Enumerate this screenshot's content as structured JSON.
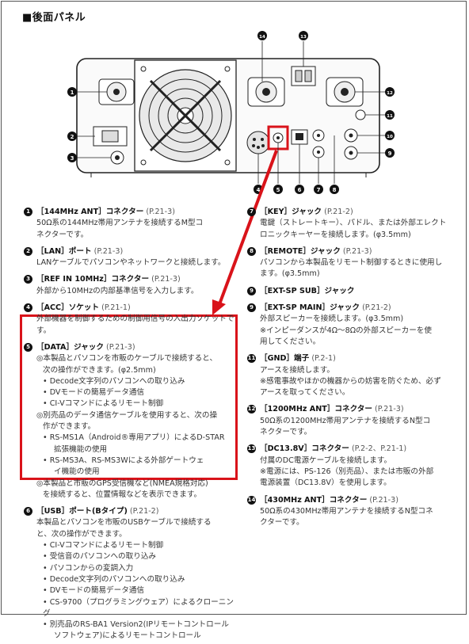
{
  "heading": "■後面パネル",
  "callouts": [
    "❶",
    "❷",
    "❸",
    "❹",
    "❺",
    "❻",
    "❼",
    "❽",
    "❾",
    "❿",
    "⓫",
    "⓬",
    "⓭",
    "⓮"
  ],
  "colors": {
    "highlight": "#d9131a",
    "callout_bg": "#111111"
  },
  "left_items": [
    {
      "num": "1",
      "title": "［144MHz ANT］コネクター",
      "ref": "(P.21-3)",
      "body": [
        "50Ω系の144MHz帯用アンテナを接続するM型コ",
        "ネクターです。"
      ]
    },
    {
      "num": "2",
      "title": "［LAN］ポート",
      "ref": "(P.21-3)",
      "body": [
        "LANケーブルでパソコンやネットワークと接続します。"
      ]
    },
    {
      "num": "3",
      "title": "［REF IN 10MHz］コネクター",
      "ref": "(P.21-3)",
      "body": [
        "外部から10MHzの内部基準信号を入力します。"
      ]
    },
    {
      "num": "4",
      "title": "［ACC］ソケット",
      "ref": "(P.21-1)",
      "body": [
        "外部機器を制御するための制御用信号の入出力ソケットです。"
      ]
    },
    {
      "num": "5",
      "title": "［DATA］ジャック",
      "ref": "(P.21-3)",
      "lines": [
        {
          "t": "◎本製品とパソコンを市販のケーブルで接続すると、",
          "c": "sub"
        },
        {
          "t": "次の操作ができます。(φ2.5mm)",
          "c": "sub2"
        },
        {
          "t": "• Decode文字列のパソコンへの取り込み",
          "c": "bul"
        },
        {
          "t": "• DVモードの簡易データ通信",
          "c": "bul"
        },
        {
          "t": "• CI-Vコマンドによるリモート制御",
          "c": "bul"
        },
        {
          "t": "◎別売品のデータ通信ケーブルを使用すると、次の操",
          "c": "sub"
        },
        {
          "t": "作ができます。",
          "c": "sub2"
        },
        {
          "t": "• RS-MS1A（Android®専用アプリ）によるD-STAR",
          "c": "bul"
        },
        {
          "t": "拡張機能の使用",
          "c": "bul2"
        },
        {
          "t": "• RS-MS3A、RS-MS3Wによる外部ゲートウェ",
          "c": "bul"
        },
        {
          "t": "イ機能の使用",
          "c": "bul2"
        },
        {
          "t": "◎本製品と市販のGPS受信機など(NMEA規格対応)",
          "c": "sub"
        },
        {
          "t": "を接続すると、位置情報などを表示できます。",
          "c": "sub2"
        }
      ]
    },
    {
      "num": "6",
      "title": "［USB］ポート(Bタイプ)",
      "ref": "(P.21-2)",
      "lines": [
        {
          "t": "本製品とパソコンを市販のUSBケーブルで接続する",
          "c": "body"
        },
        {
          "t": "と、次の操作ができます。",
          "c": "body"
        },
        {
          "t": "• CI-Vコマンドによるリモート制御",
          "c": "bul"
        },
        {
          "t": "• 受信音のパソコンへの取り込み",
          "c": "bul"
        },
        {
          "t": "• パソコンからの変調入力",
          "c": "bul"
        },
        {
          "t": "• Decode文字列のパソコンへの取り込み",
          "c": "bul"
        },
        {
          "t": "• DVモードの簡易データ通信",
          "c": "bul"
        },
        {
          "t": "• CS-9700（プログラミングウェア）によるクローニング",
          "c": "bul"
        },
        {
          "t": "• 別売品のRS-BA1 Version2(IPリモートコントロール",
          "c": "bul"
        },
        {
          "t": "ソフトウェア)によるリモートコントロール",
          "c": "bul2"
        }
      ]
    }
  ],
  "right_items": [
    {
      "num": "7",
      "title": "［KEY］ジャック",
      "ref": "(P.21-2)",
      "body": [
        "電鍵（ストレートキー）、パドル、または外部エレクト",
        "ロニックキーヤーを接続します。(φ3.5mm)"
      ]
    },
    {
      "num": "8",
      "title": "［REMOTE］ジャック",
      "ref": "(P.21-3)",
      "body": [
        "パソコンから本製品をリモート制御するときに使用し",
        "ます。(φ3.5mm)"
      ]
    },
    {
      "num": "9",
      "title": "［EXT-SP SUB］ジャック",
      "ref": "",
      "body": []
    },
    {
      "num": "9",
      "title": "［EXT-SP MAIN］ジャック",
      "ref": "(P.21-2)",
      "body": [
        "外部スピーカーを接続します。(φ3.5mm)",
        "※インピーダンスが4Ω～8Ωの外部スピーカーを使",
        "用してください。"
      ]
    },
    {
      "num": "11",
      "title": "［GND］端子",
      "ref": "(P.2-1)",
      "body": [
        "アースを接続します。",
        "※感電事故やほかの機器からの妨害を防ぐため、必ず",
        "アースを取ってください。"
      ]
    },
    {
      "num": "12",
      "title": "［1200MHz ANT］コネクター",
      "ref": "(P.21-3)",
      "body": [
        "50Ω系の1200MHz帯用アンテナを接続するN型コ",
        "ネクターです。"
      ]
    },
    {
      "num": "13",
      "title": "［DC13.8V］コネクター",
      "ref": "(P.2-2、P.21-1)",
      "body": [
        "付属のDC電源ケーブルを接続します。",
        "※電源には、PS-126（別売品）、または市販の外部",
        "電源装置（DC13.8V）を使用します。"
      ]
    },
    {
      "num": "14",
      "title": "［430MHz ANT］コネクター",
      "ref": "(P.21-3)",
      "body": [
        "50Ω系の430MHz帯用アンテナを接続するN型コネ",
        "クターです。"
      ]
    }
  ]
}
